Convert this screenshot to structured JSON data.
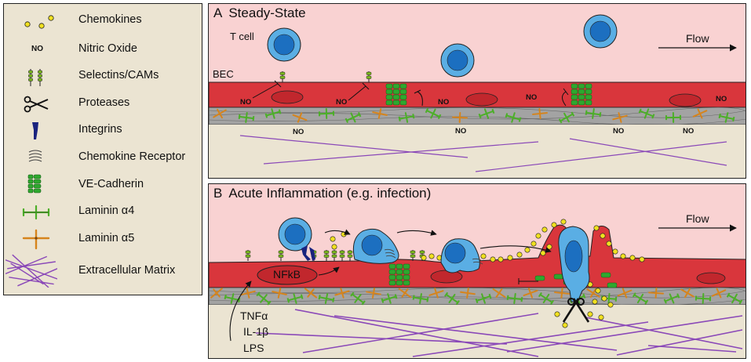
{
  "legend": {
    "items": [
      {
        "label": "Chemokines",
        "icon": "chemokine-icon",
        "color": "#f0e020"
      },
      {
        "label": "Nitric Oxide",
        "icon": "nitric-oxide-icon",
        "symbol": "NO"
      },
      {
        "label": "Selectins/CAMs",
        "icon": "selectin-icon",
        "color": "#7bb81c"
      },
      {
        "label": "Proteases",
        "icon": "scissors-icon"
      },
      {
        "label": "Integrins",
        "icon": "integrin-icon",
        "color": "#1a237e"
      },
      {
        "label": "Chemokine Receptor",
        "icon": "chemokine-receptor-icon"
      },
      {
        "label": "VE-Cadherin",
        "icon": "ve-cadherin-icon",
        "color": "#2ea82e"
      },
      {
        "label": "Laminin α4",
        "icon": "laminin-a4-icon",
        "color": "#4caf28"
      },
      {
        "label": "Laminin α5",
        "icon": "laminin-a5-icon",
        "color": "#d6841c"
      },
      {
        "label": "Extracellular Matrix",
        "icon": "ecm-icon",
        "color": "#8a48b8"
      }
    ]
  },
  "panel_a": {
    "letter": "A",
    "title": "Steady-State",
    "t_cell_label": "T cell",
    "bec_label": "BEC",
    "flow_label": "Flow",
    "no_label": "NO"
  },
  "panel_b": {
    "letter": "B",
    "title": "Acute Inflammation (e.g. infection)",
    "flow_label": "Flow",
    "nfkb_label": "NFkB",
    "stimuli": [
      "TNFα",
      "IL-1β",
      "LPS"
    ]
  },
  "colors": {
    "lumen": "#f9d2d2",
    "endothelium": "#d9363c",
    "tissue": "#ebe4d2",
    "t_cell": "#5aaee4",
    "nucleus": "#1c6fc0",
    "basement_membrane": "#9a9a9a"
  }
}
